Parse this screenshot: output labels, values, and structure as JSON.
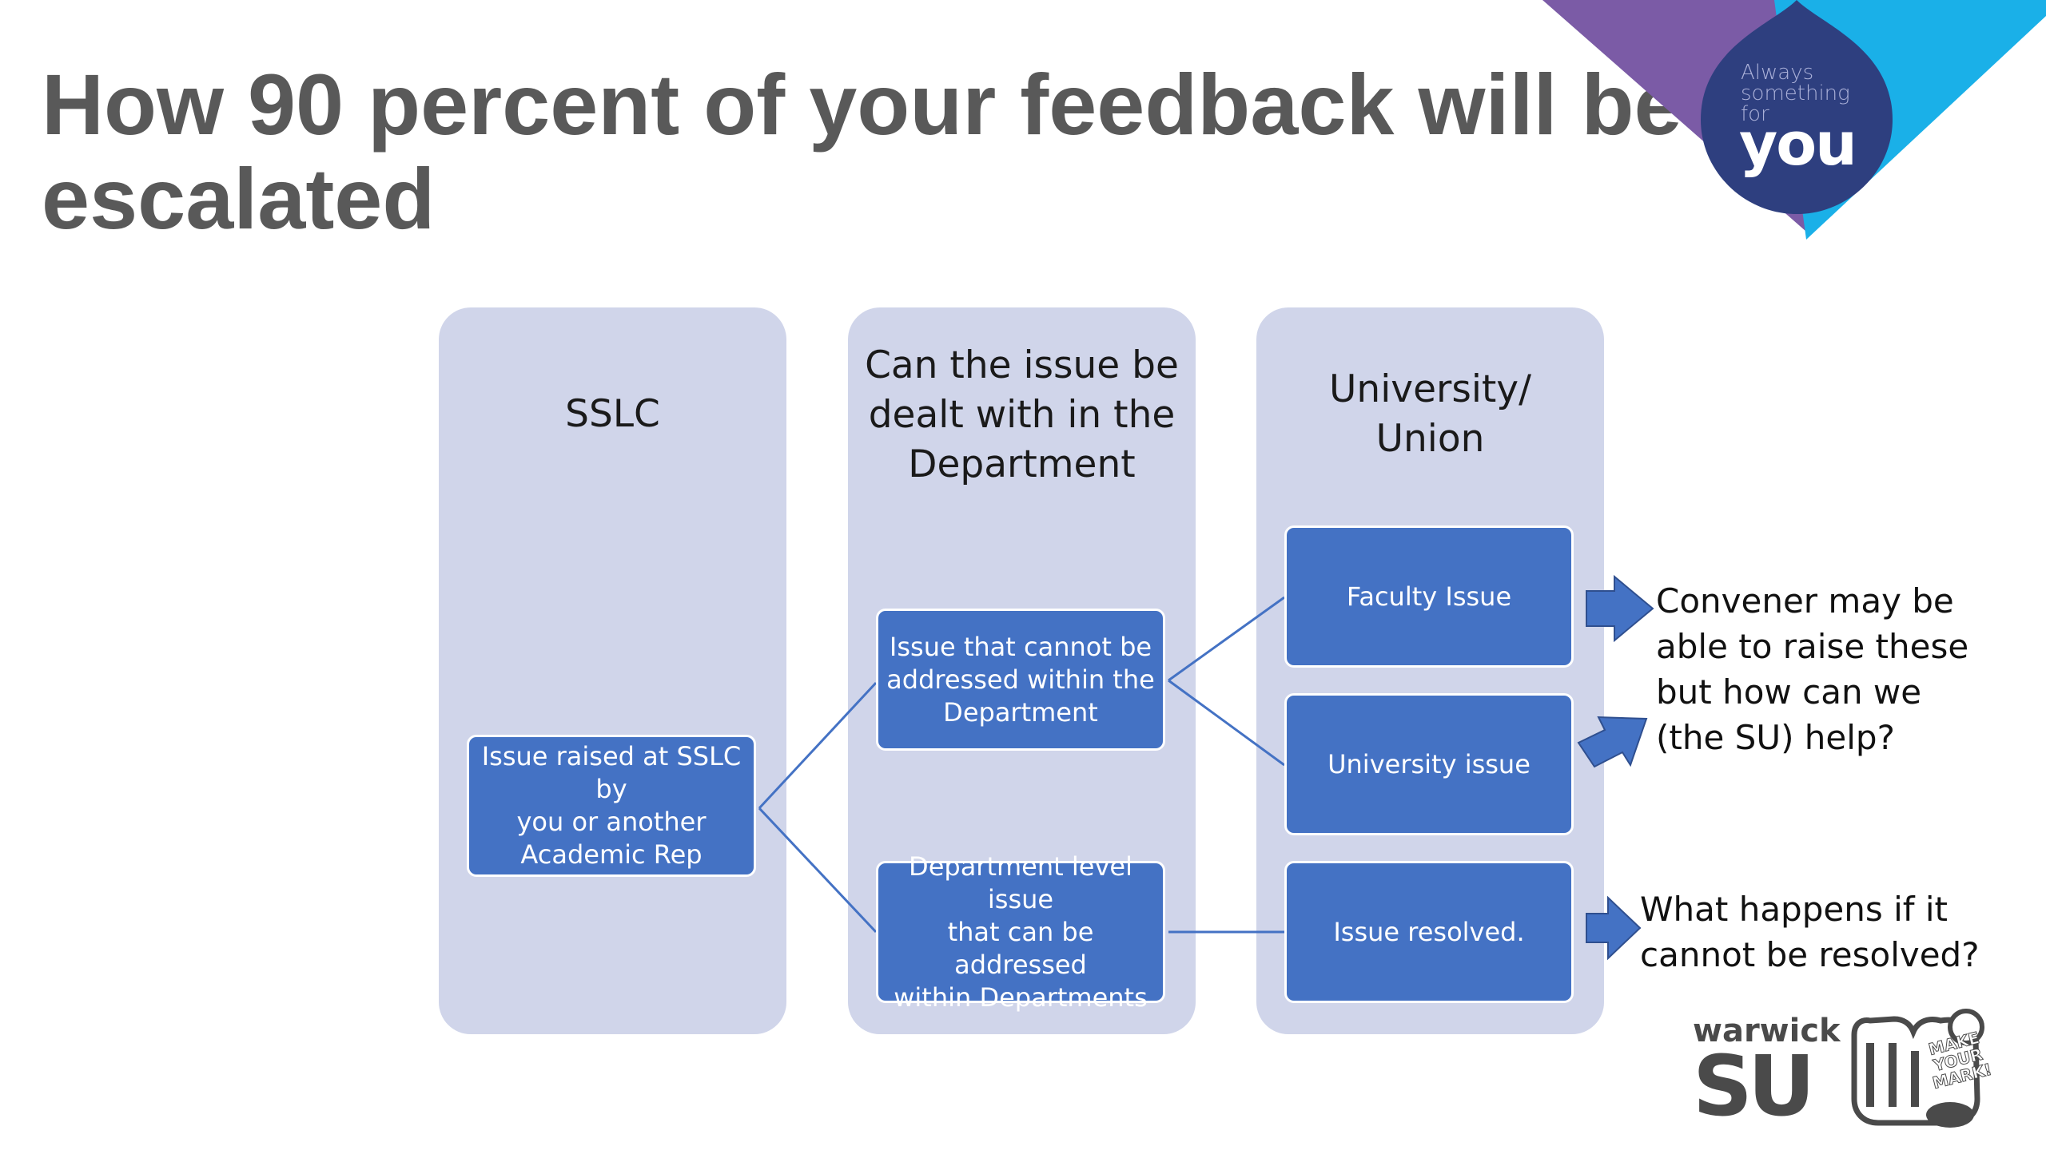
{
  "slide": {
    "title_lines": [
      "How 90 percent of your feedback will be",
      "escalated"
    ]
  },
  "branding": {
    "tagline_lines": [
      "Always",
      "something",
      "for"
    ],
    "tagline_emphasis": "you",
    "org_name": "warwick",
    "org_mark": "SU",
    "campaign_lines": [
      "MAKE",
      "YOUR",
      "MARK!"
    ]
  },
  "columns": [
    {
      "heading_lines": [
        "SSLC"
      ]
    },
    {
      "heading_lines": [
        "Can the issue be",
        "dealt with in the",
        "Department"
      ]
    },
    {
      "heading_lines": [
        "University/",
        "Union"
      ]
    }
  ],
  "nodes": {
    "sslc_issue": [
      "Issue raised at SSLC by",
      "you or another",
      "Academic Rep"
    ],
    "dept_cannot": [
      "Issue that cannot be",
      "addressed within the",
      "Department"
    ],
    "dept_level": [
      "Department level issue",
      "that can be addressed",
      "within Departments"
    ],
    "faculty": [
      "Faculty Issue"
    ],
    "university": [
      "University issue"
    ],
    "resolved": [
      "Issue resolved."
    ]
  },
  "notes": {
    "convener": [
      "Convener may be",
      "able to raise these",
      "but how can we",
      "(the SU) help?"
    ],
    "unresolved": [
      "What happens if it",
      "cannot be resolved?"
    ]
  },
  "colors": {
    "title": "#595959",
    "column_bg": "#d0d5ea",
    "node_fill": "#4472c4",
    "connector": "#4472c4",
    "purple": "#7b5ba6",
    "cyan": "#1ab0e8",
    "navy": "#2e3f7f"
  }
}
